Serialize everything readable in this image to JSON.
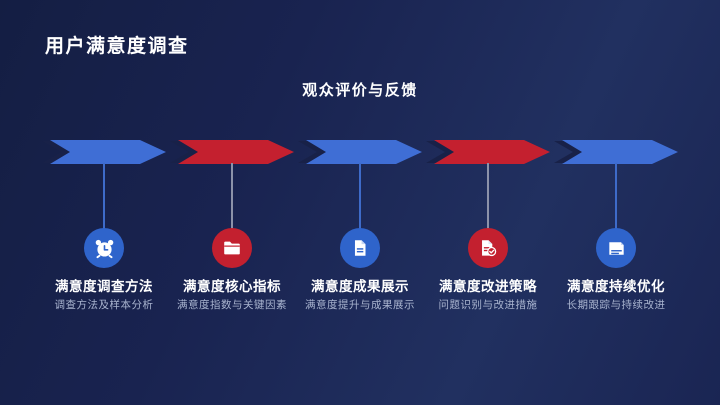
{
  "title": "用户满意度调查",
  "subtitle": "观众评价与反馈",
  "colors": {
    "arrow_blue": "#3f6ed5",
    "arrow_red": "#c4202f",
    "badge_blue": "#2f64cb",
    "badge_red": "#c3202f",
    "dark_chevron": "#182148",
    "connector_blue": "#3e6bc9",
    "connector_red": "#8c92a9",
    "background_start": "#141e43",
    "background_end": "#1a2553",
    "text_primary": "#ffffff",
    "text_secondary": "#a9b4cf"
  },
  "steps": [
    {
      "label": "满意度调查方法",
      "desc": "调查方法及样本分析",
      "color": "blue",
      "icon": "alarm-clock"
    },
    {
      "label": "满意度核心指标",
      "desc": "满意度指数与关键因素",
      "color": "red",
      "icon": "folder"
    },
    {
      "label": "满意度成果展示",
      "desc": "满意度提升与成果展示",
      "color": "blue",
      "icon": "document-lines"
    },
    {
      "label": "满意度改进策略",
      "desc": "问题识别与改进措施",
      "color": "red",
      "icon": "document-check"
    },
    {
      "label": "满意度持续优化",
      "desc": "长期跟踪与持续改进",
      "color": "blue",
      "icon": "paper-lines"
    }
  ]
}
